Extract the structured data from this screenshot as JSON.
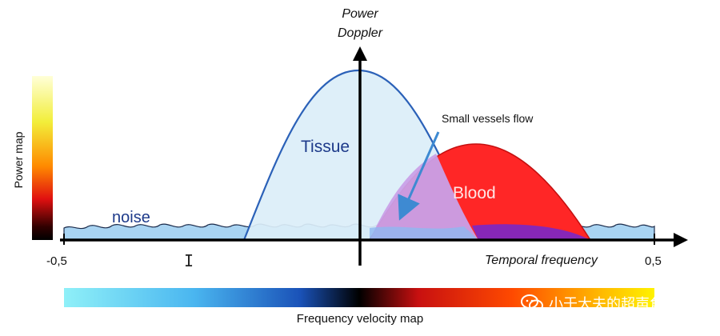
{
  "axis": {
    "y_label_line1": "Power",
    "y_label_line2": "Doppler",
    "x_label": "Temporal frequency",
    "tick_left": "-0,5",
    "tick_right": "0,5"
  },
  "power_map": {
    "label": "Power map"
  },
  "labels": {
    "tissue": "Tissue",
    "blood": "Blood",
    "noise": "noise",
    "small_vessels": "Small vessels flow"
  },
  "colorbar": {
    "label": "Frequency velocity map"
  },
  "watermark": {
    "text": "小于大夫的超声角"
  },
  "colors": {
    "tissue_fill": "#dbeef9",
    "tissue_stroke": "#2b61b8",
    "blood_fill": "#ff2626",
    "small_vessels_fill": "#c9a0e8",
    "noise_fill": "#a9d4f2",
    "arrow": "#3e8ad2"
  }
}
